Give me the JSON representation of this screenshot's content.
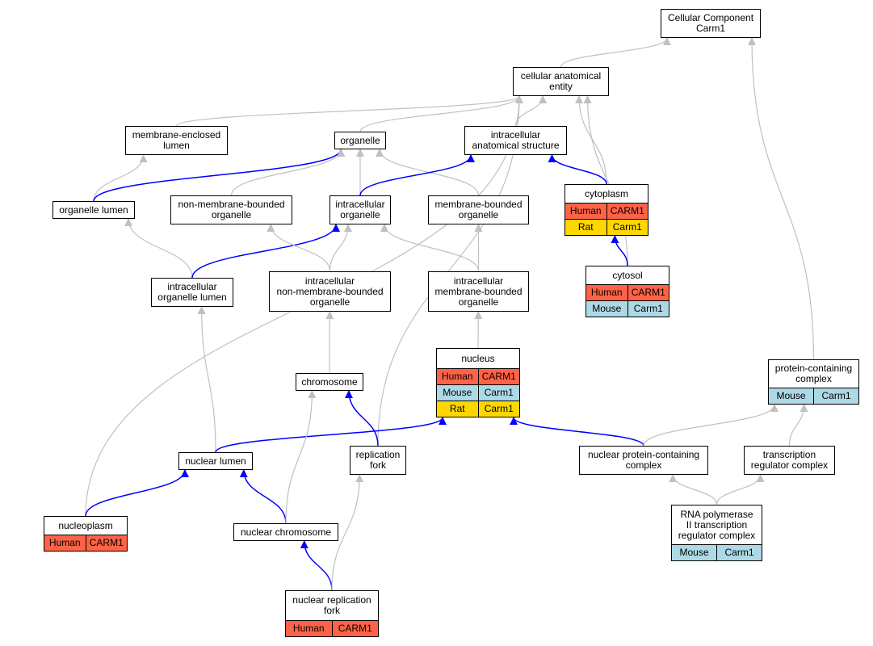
{
  "colors": {
    "is_a_edge": "#c0c0c0",
    "part_of_edge": "#0000ff",
    "human": "#ff6347",
    "mouse": "#add8e6",
    "rat": "#ffd700"
  },
  "nodes": {
    "cellular_component": {
      "label": "Cellular Component\nCarm1"
    },
    "cellular_anatomical_entity": {
      "label": "cellular anatomical\nentity"
    },
    "membrane_enclosed_lumen": {
      "label": "membrane-enclosed\nlumen"
    },
    "organelle": {
      "label": "organelle"
    },
    "intracellular_anatomical_structure": {
      "label": "intracellular\nanatomical structure"
    },
    "organelle_lumen": {
      "label": "organelle lumen"
    },
    "non_membrane_bounded_organelle": {
      "label": "non-membrane-bounded\norganelle"
    },
    "intracellular_organelle": {
      "label": "intracellular\norganelle"
    },
    "membrane_bounded_organelle": {
      "label": "membrane-bounded\norganelle"
    },
    "cytoplasm": {
      "label": "cytoplasm",
      "annotations": [
        {
          "species": "Human",
          "gene": "CARM1"
        },
        {
          "species": "Rat",
          "gene": "Carm1"
        }
      ]
    },
    "cytosol": {
      "label": "cytosol",
      "annotations": [
        {
          "species": "Human",
          "gene": "CARM1"
        },
        {
          "species": "Mouse",
          "gene": "Carm1"
        }
      ]
    },
    "intracellular_organelle_lumen": {
      "label": "intracellular\norganelle lumen"
    },
    "intracellular_non_membrane_bounded_organelle": {
      "label": "intracellular\nnon-membrane-bounded\norganelle"
    },
    "intracellular_membrane_bounded_organelle": {
      "label": "intracellular\nmembrane-bounded\norganelle"
    },
    "nucleus": {
      "label": "nucleus",
      "annotations": [
        {
          "species": "Human",
          "gene": "CARM1"
        },
        {
          "species": "Mouse",
          "gene": "Carm1"
        },
        {
          "species": "Rat",
          "gene": "Carm1"
        }
      ]
    },
    "chromosome": {
      "label": "chromosome"
    },
    "protein_containing_complex": {
      "label": "protein-containing\ncomplex",
      "annotations": [
        {
          "species": "Mouse",
          "gene": "Carm1"
        }
      ]
    },
    "nuclear_lumen": {
      "label": "nuclear lumen"
    },
    "replication_fork": {
      "label": "replication\nfork"
    },
    "nuclear_protein_containing_complex": {
      "label": "nuclear protein-containing\ncomplex"
    },
    "transcription_regulator_complex": {
      "label": "transcription\nregulator complex"
    },
    "nucleoplasm": {
      "label": "nucleoplasm",
      "annotations": [
        {
          "species": "Human",
          "gene": "CARM1"
        }
      ]
    },
    "nuclear_chromosome": {
      "label": "nuclear chromosome"
    },
    "rna_pol_ii_complex": {
      "label": "RNA polymerase\nII transcription\nregulator complex",
      "annotations": [
        {
          "species": "Mouse",
          "gene": "Carm1"
        }
      ]
    },
    "nuclear_replication_fork": {
      "label": "nuclear replication\nfork",
      "annotations": [
        {
          "species": "Human",
          "gene": "CARM1"
        }
      ]
    }
  },
  "edges": [
    {
      "from": "cellular_anatomical_entity",
      "to": "cellular_component",
      "type": "is_a"
    },
    {
      "from": "protein_containing_complex",
      "to": "cellular_component",
      "type": "is_a"
    },
    {
      "from": "membrane_enclosed_lumen",
      "to": "cellular_anatomical_entity",
      "type": "is_a"
    },
    {
      "from": "organelle",
      "to": "cellular_anatomical_entity",
      "type": "is_a"
    },
    {
      "from": "intracellular_anatomical_structure",
      "to": "cellular_anatomical_entity",
      "type": "is_a"
    },
    {
      "from": "cytoplasm",
      "to": "cellular_anatomical_entity",
      "type": "is_a"
    },
    {
      "from": "cytosol",
      "to": "cellular_anatomical_entity",
      "type": "is_a"
    },
    {
      "from": "replication_fork",
      "to": "cellular_anatomical_entity",
      "type": "is_a"
    },
    {
      "from": "nucleoplasm",
      "to": "cellular_anatomical_entity",
      "type": "is_a"
    },
    {
      "from": "organelle_lumen",
      "to": "membrane_enclosed_lumen",
      "type": "is_a"
    },
    {
      "from": "organelle_lumen",
      "to": "organelle",
      "type": "part_of"
    },
    {
      "from": "non_membrane_bounded_organelle",
      "to": "organelle",
      "type": "is_a"
    },
    {
      "from": "intracellular_organelle",
      "to": "organelle",
      "type": "is_a"
    },
    {
      "from": "membrane_bounded_organelle",
      "to": "organelle",
      "type": "is_a"
    },
    {
      "from": "intracellular_organelle",
      "to": "intracellular_anatomical_structure",
      "type": "part_of"
    },
    {
      "from": "cytoplasm",
      "to": "intracellular_anatomical_structure",
      "type": "part_of"
    },
    {
      "from": "cytosol",
      "to": "cytoplasm",
      "type": "part_of"
    },
    {
      "from": "intracellular_organelle_lumen",
      "to": "organelle_lumen",
      "type": "is_a"
    },
    {
      "from": "intracellular_organelle_lumen",
      "to": "intracellular_organelle",
      "type": "part_of"
    },
    {
      "from": "intracellular_non_membrane_bounded_organelle",
      "to": "non_membrane_bounded_organelle",
      "type": "is_a"
    },
    {
      "from": "intracellular_non_membrane_bounded_organelle",
      "to": "intracellular_organelle",
      "type": "is_a"
    },
    {
      "from": "intracellular_membrane_bounded_organelle",
      "to": "intracellular_organelle",
      "type": "is_a"
    },
    {
      "from": "intracellular_membrane_bounded_organelle",
      "to": "membrane_bounded_organelle",
      "type": "is_a"
    },
    {
      "from": "nucleus",
      "to": "intracellular_membrane_bounded_organelle",
      "type": "is_a"
    },
    {
      "from": "chromosome",
      "to": "intracellular_non_membrane_bounded_organelle",
      "type": "is_a"
    },
    {
      "from": "nuclear_lumen",
      "to": "intracellular_organelle_lumen",
      "type": "is_a"
    },
    {
      "from": "nuclear_lumen",
      "to": "nucleus",
      "type": "part_of"
    },
    {
      "from": "replication_fork",
      "to": "chromosome",
      "type": "part_of"
    },
    {
      "from": "nuclear_protein_containing_complex",
      "to": "nucleus",
      "type": "part_of"
    },
    {
      "from": "nuclear_protein_containing_complex",
      "to": "protein_containing_complex",
      "type": "is_a"
    },
    {
      "from": "transcription_regulator_complex",
      "to": "protein_containing_complex",
      "type": "is_a"
    },
    {
      "from": "nucleoplasm",
      "to": "nuclear_lumen",
      "type": "part_of"
    },
    {
      "from": "nuclear_chromosome",
      "to": "nuclear_lumen",
      "type": "part_of"
    },
    {
      "from": "nuclear_chromosome",
      "to": "chromosome",
      "type": "is_a"
    },
    {
      "from": "rna_pol_ii_complex",
      "to": "nuclear_protein_containing_complex",
      "type": "is_a"
    },
    {
      "from": "rna_pol_ii_complex",
      "to": "transcription_regulator_complex",
      "type": "is_a"
    },
    {
      "from": "nuclear_replication_fork",
      "to": "nuclear_chromosome",
      "type": "part_of"
    },
    {
      "from": "nuclear_replication_fork",
      "to": "replication_fork",
      "type": "is_a"
    }
  ]
}
